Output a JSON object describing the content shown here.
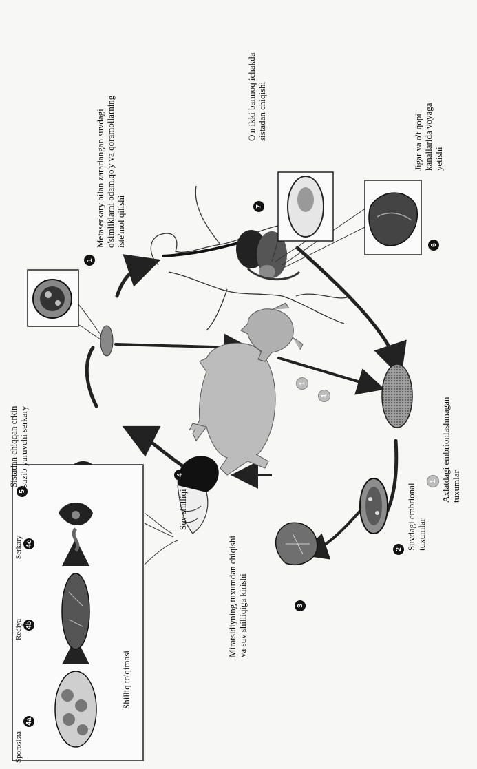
{
  "labels": {
    "s1_line1": "Metaserkary bilan zararlangan suvdagi",
    "s1_line2": "o'simliklarni odam,qo'y va qoramollarning",
    "s1_line3": "iste'mol qilishi",
    "s2_line1": "O'n ikki barmoq ichakda",
    "s2_line2": "sistadan chiqishi",
    "s3_line1": "Jigar va o't  qopi",
    "s3_line2": "kanallarida voyaga",
    "s3_line3": "yetishi",
    "s4_line1": "Axlatdagi embrionlashmagan",
    "s4_line2": "tuxumlar",
    "s5_line1": "Suvdagi embrional",
    "s5_line2": "tuxumlar",
    "s6_line1": "Miratsidiyning tuxumdan chiqishi",
    "s6_line2": "va suv shilliqiga kirishi",
    "snail": "Suv shilliqi",
    "s7_line1": "Sistadan chiqqan erkin",
    "s7_line2": "suzib yuruvchi serkary",
    "inset_sporosista": "Sporosista",
    "inset_rediya": "Rediya",
    "inset_serkary": "Serkary",
    "inset_caption": "Shilliq to'qimasi"
  },
  "markers": {
    "m1": "1",
    "m2": "2",
    "m3": "3",
    "m4": "4",
    "m5": "5",
    "m6": "6",
    "m7": "7",
    "m4a": "4a",
    "m4b": "4b",
    "m4c": "4c"
  },
  "colors": {
    "ink": "#111111",
    "arrow": "#333333",
    "fill_gray": "#9a9a9a",
    "animal": "#b8b8b8"
  }
}
